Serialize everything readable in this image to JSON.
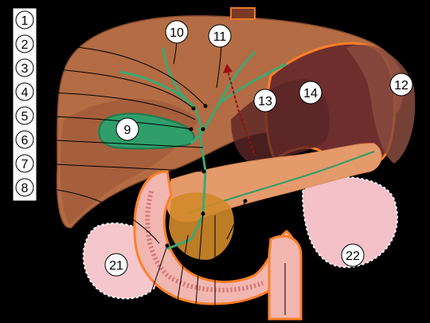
{
  "labels": {
    "n1": "1",
    "n2": "2",
    "n3": "3",
    "n4": "4",
    "n5": "5",
    "n6": "6",
    "n7": "7",
    "n8": "8",
    "n9": "9",
    "n10": "10",
    "n11": "11",
    "n12": "12",
    "n13": "13",
    "n14": "14",
    "n21": "21",
    "n22": "22"
  },
  "colors": {
    "background": "#000000",
    "liver": "#b7683a",
    "liver_dark": "#7a3f2a",
    "gallbladder": "#2f9e6a",
    "bile_duct": "#3fae78",
    "pancreas": "#e8a57a",
    "duodenum": "#f2b6b0",
    "stomach": "#8a4b3f",
    "spleen": "#f4c1c8",
    "outline": "#ff7f27"
  }
}
